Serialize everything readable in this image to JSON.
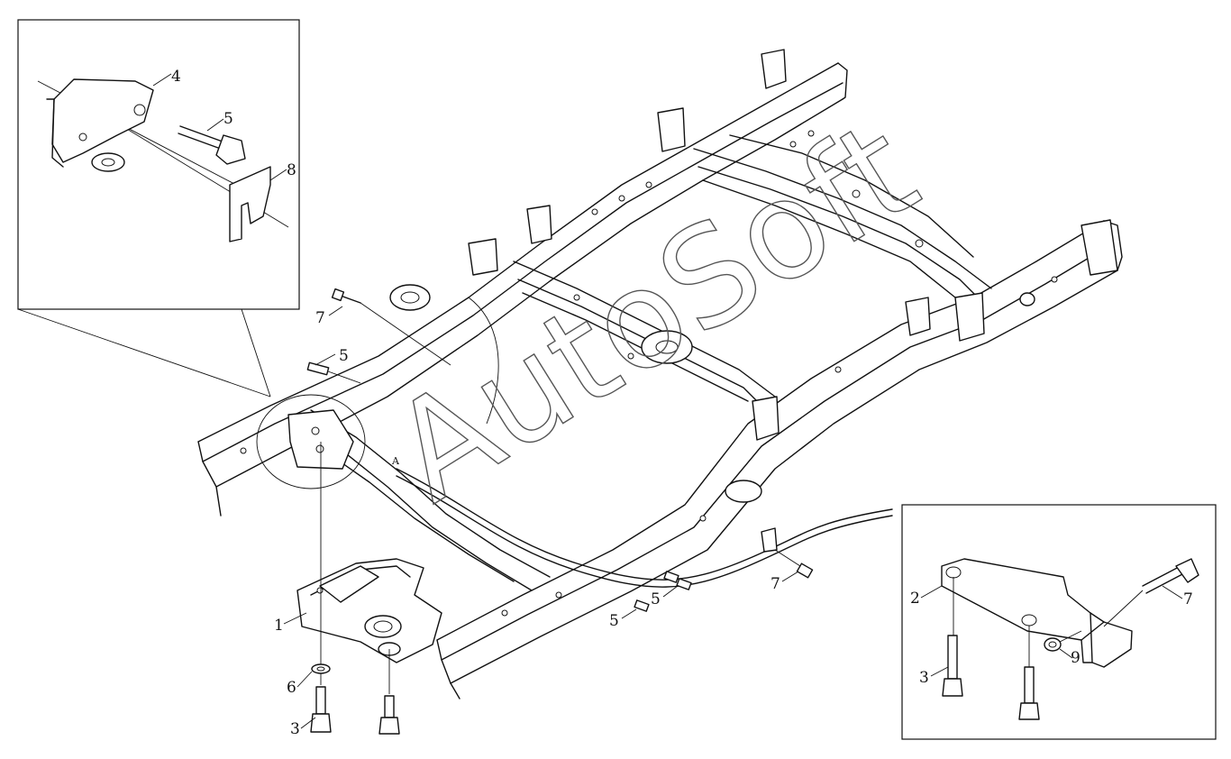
{
  "watermark": "AutoSoft",
  "callouts": {
    "inset_left": {
      "c4": "4",
      "c5": "5",
      "c8": "8"
    },
    "main": {
      "c7_top": "7",
      "c5_top": "5",
      "c1": "1",
      "c6": "6",
      "c3": "3",
      "c5_mid_a": "5",
      "c5_mid_b": "5",
      "c7_right": "7",
      "detail_A": "A"
    },
    "inset_right": {
      "c2": "2",
      "c3": "3",
      "c7": "7",
      "c9": "9"
    }
  }
}
